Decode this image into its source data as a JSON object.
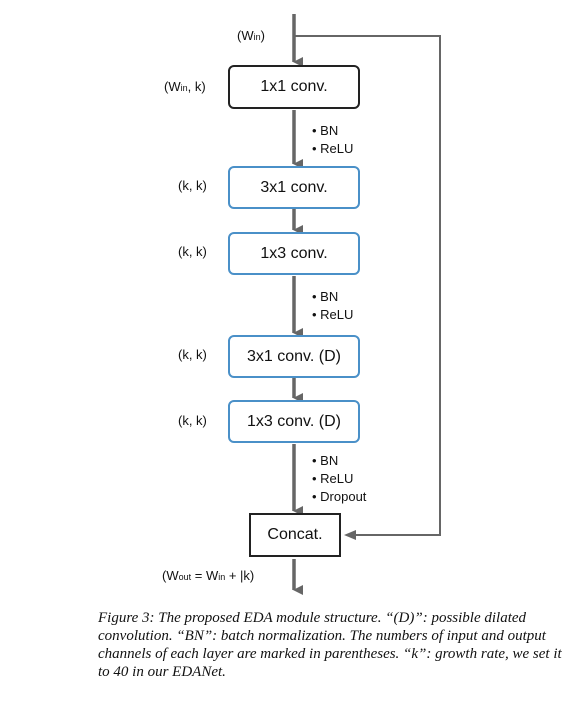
{
  "labels": {
    "input": {
      "pre": "(W",
      "sub": "in",
      "post": ")"
    },
    "conv1x1_in": {
      "pre": "(W",
      "sub": "in",
      "post": ", k)"
    },
    "k1": "(k, k)",
    "k2": "(k, k)",
    "k3": "(k, k)",
    "k4": "(k, k)",
    "output": {
      "a": "(W",
      "a_sub": "out",
      "b": " = W",
      "b_sub": "in",
      "c": " + |k)"
    }
  },
  "boxes": {
    "conv1": "1x1 conv.",
    "conv2": "3x1 conv.",
    "conv3": "1x3 conv.",
    "conv4": "3x1 conv. (D)",
    "conv5": "1x3 conv. (D)",
    "concat": "Concat."
  },
  "annotations": {
    "a1": [
      "• BN",
      "• ReLU"
    ],
    "a2": [
      "• BN",
      "• ReLU"
    ],
    "a3": [
      "• BN",
      "• ReLU",
      "• Dropout"
    ]
  },
  "caption": "Figure 3: The proposed EDA module structure. “(D)”: possible dilated convolution. “BN”: batch normalization. The numbers of input and output channels of each layer are marked in parentheses. “k”: growth rate, we set it to 40 in our EDANet.",
  "colors": {
    "blue_border": "#4a90c8",
    "arrow": "#666666",
    "black_border": "#222222"
  }
}
